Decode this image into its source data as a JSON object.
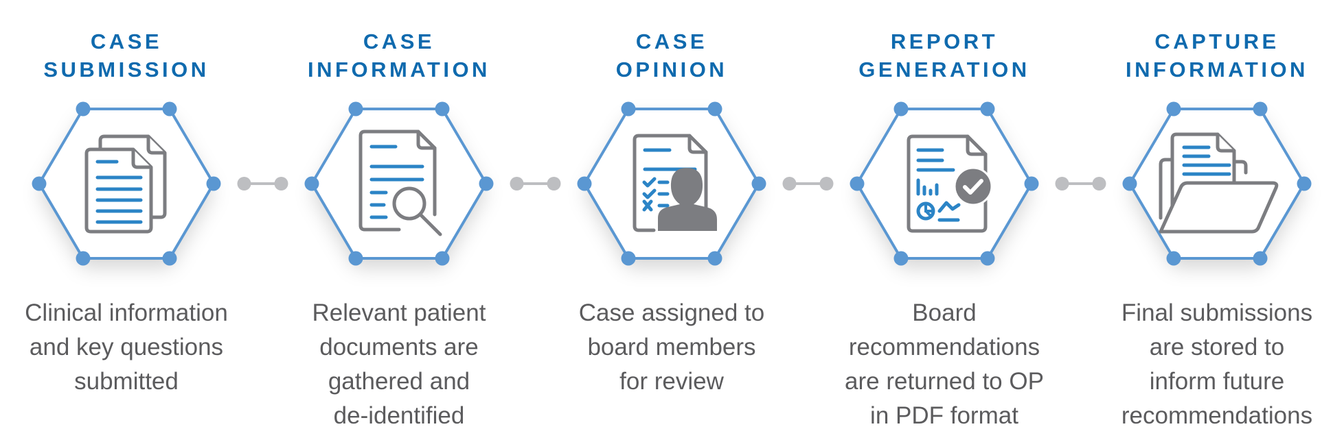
{
  "colors": {
    "title": "#0f6aae",
    "hex_stroke": "#5a97d2",
    "icon_blue": "#2b84c6",
    "icon_gray": "#7c7d81",
    "connector": "#bdbec1",
    "text": "#5b5b5d"
  },
  "steps": [
    {
      "title_lines": [
        "CASE",
        "SUBMISSION"
      ],
      "icon": "documents-stack-icon",
      "desc_lines": [
        "Clinical information",
        "and key questions",
        "submitted"
      ]
    },
    {
      "title_lines": [
        "CASE",
        "INFORMATION"
      ],
      "icon": "document-search-icon",
      "desc_lines": [
        "Relevant patient",
        "documents are",
        "gathered and",
        "de-identified"
      ]
    },
    {
      "title_lines": [
        "CASE",
        "OPINION"
      ],
      "icon": "document-checklist-person-icon",
      "desc_lines": [
        "Case assigned to",
        "board members",
        "for review"
      ]
    },
    {
      "title_lines": [
        "REPORT",
        "GENERATION"
      ],
      "icon": "report-approved-icon",
      "desc_lines": [
        "Board",
        "recommendations",
        "are returned to OP",
        "in PDF format"
      ]
    },
    {
      "title_lines": [
        "CAPTURE",
        "INFORMATION"
      ],
      "icon": "folder-document-icon",
      "desc_lines": [
        "Final submissions",
        "are stored to",
        "inform future",
        "recommendations"
      ]
    }
  ]
}
